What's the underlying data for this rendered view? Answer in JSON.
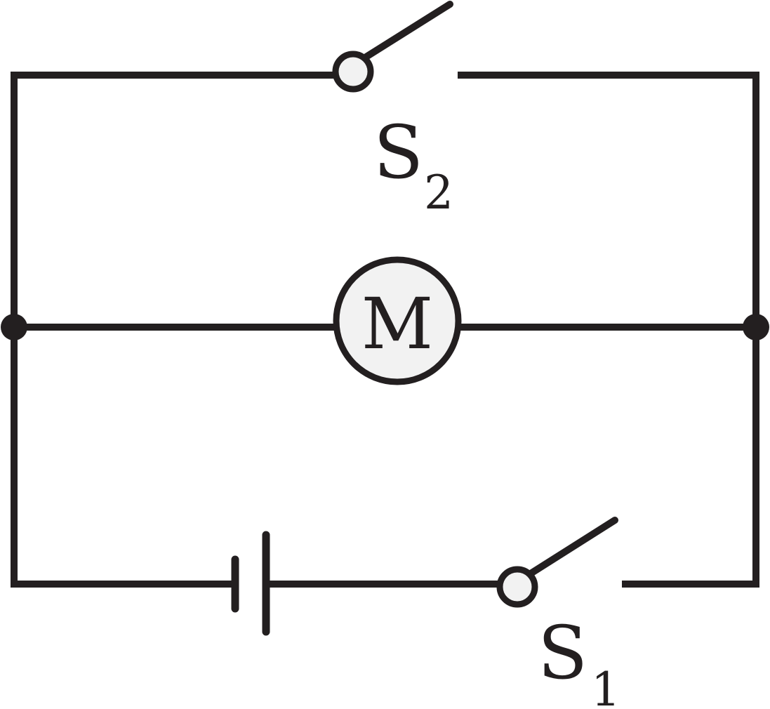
{
  "diagram": {
    "switch_top": {
      "letter": "S",
      "subscript": "2"
    },
    "switch_bottom": {
      "letter": "S",
      "subscript": "1"
    },
    "motor": {
      "letter": "M"
    }
  },
  "colors": {
    "stroke": "#231f20",
    "component_fill": "#f2f2f2",
    "background": "#ffffff"
  }
}
